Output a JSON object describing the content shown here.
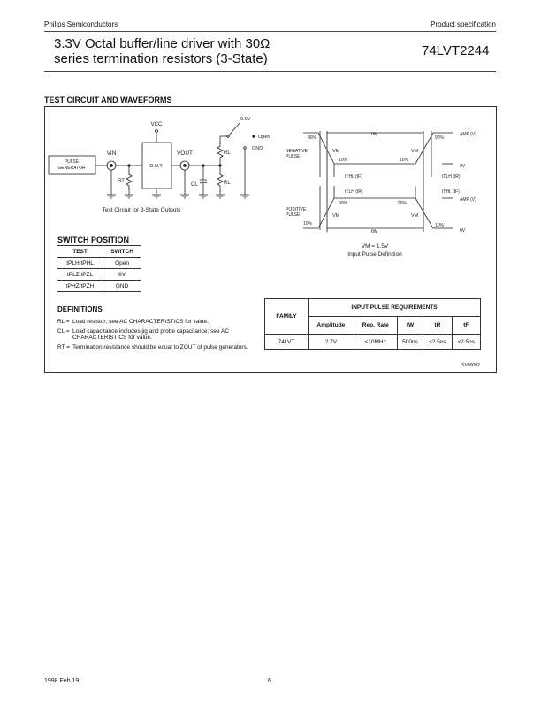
{
  "header": {
    "company": "Philips Semiconductors",
    "doc_type": "Product specification"
  },
  "title": {
    "line1": "3.3V Octal buffer/line driver with 30Ω",
    "line2": "series termination resistors (3-State)",
    "part": "74LVT2244"
  },
  "section": "TEST CIRCUIT AND WAVEFORMS",
  "circuit": {
    "pulse_gen_1": "PULSE",
    "pulse_gen_2": "GENERATOR",
    "vin": "VIN",
    "vcc": "VCC",
    "dut": "D.U.T.",
    "vout": "VOUT",
    "rt": "RT",
    "cl": "CL",
    "rl": "RL",
    "v6": "6.0V",
    "open": "Open",
    "gnd": "GND",
    "caption": "Test Circuit for 3-State Outputs"
  },
  "waveform": {
    "neg1": "NEGATIVE",
    "neg2": "PULSE",
    "pos1": "POSITIVE",
    "pos2": "PULSE",
    "p90": "90%",
    "p10": "10%",
    "vm": "VM",
    "tw": "tW",
    "amp": "AMP (V)",
    "zero": "0V",
    "tthl_f": "tTHL (tF)",
    "ttlh_r": "tTLH (tR)",
    "vm_def": "VM = 1.5V",
    "caption": "Input Pulse Definition"
  },
  "switch": {
    "title": "SWITCH POSITION",
    "headers": [
      "TEST",
      "SWITCH"
    ],
    "rows": [
      [
        "tPLH/tPHL",
        "Open"
      ],
      [
        "tPLZ/tPZL",
        "6V"
      ],
      [
        "tPHZ/tPZH",
        "GND"
      ]
    ]
  },
  "definitions": {
    "title": "DEFINITIONS",
    "items": [
      {
        "term": "RL =",
        "text": "Load resistor; see AC CHARACTERISTICS for value."
      },
      {
        "term": "CL =",
        "text": "Load capacitance includes jig and probe capacitance; see AC CHARACTERISTICS for value."
      },
      {
        "term": "RT =",
        "text": "Termination resistance should be equal to ZOUT of pulse generators."
      }
    ]
  },
  "pulse_table": {
    "family_header": "FAMILY",
    "group_header": "INPUT PULSE REQUIREMENTS",
    "headers": [
      "Amplitude",
      "Rep. Rate",
      "tW",
      "tR",
      "tF"
    ],
    "row": [
      "74LVT",
      "2.7V",
      "≤10MHz",
      "500ns",
      "≤2.5ns",
      "≤2.5ns"
    ]
  },
  "figure_id": "SV00092",
  "footer": {
    "date": "1998 Feb 19",
    "page": "6"
  }
}
